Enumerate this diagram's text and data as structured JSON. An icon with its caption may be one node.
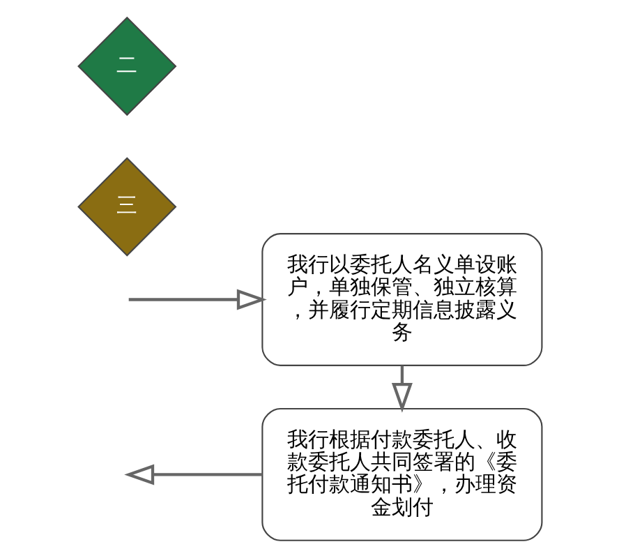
{
  "diagram": {
    "nodes": [
      {
        "text": [
          "我行以委托人名义单设账户，单独保管、独立核算，并履行定期信息披露义务"
        ]
      },
      {
        "text": [
          "二"
        ]
      },
      {
        "text": [
          "三"
        ]
      },
      {
        "text": [
          "我行根据付款委托人、收款委托人共同签署的《委托付款通知书》，办理资金划付"
        ]
      }
    ],
    "edges": [
      {
        "from": null,
        "to": 0,
        "arrow": "to"
      },
      {
        "from": 0,
        "to": 3,
        "arrow": "to"
      },
      {
        "from": 3,
        "to": null,
        "arrow": "to"
      }
    ]
  }
}
